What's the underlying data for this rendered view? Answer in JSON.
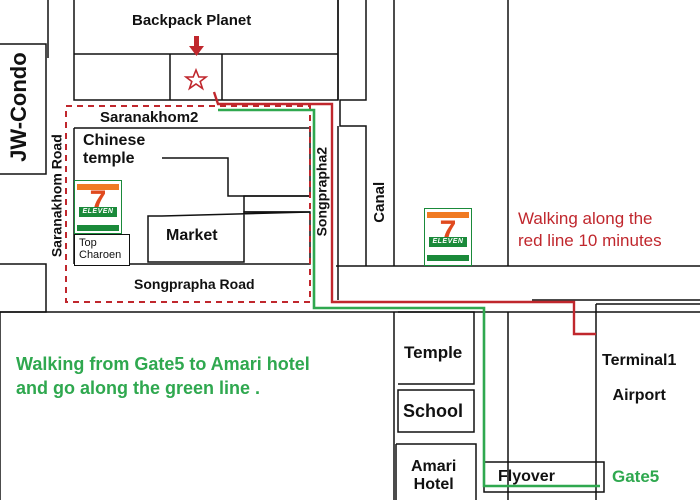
{
  "places": {
    "backpack_planet": "Backpack Planet",
    "jw_condo": "JW-Condo",
    "chinese_temple": "Chinese\ntemple",
    "market": "Market",
    "top_charoen": "Top\nCharoen",
    "temple": "Temple",
    "school": "School",
    "amari_hotel": "Amari\nHotel",
    "terminal_airport": "Terminal1\n\nAirport",
    "flyover": "Flyover",
    "gate5": "Gate5"
  },
  "roads": {
    "saranakhom2": "Saranakhom2",
    "saranakhom_road": "Saranakhom Road",
    "songprapha2": "Songprapha2",
    "songprapha_road": "Songprapha Road",
    "canal": "Canal"
  },
  "notes": {
    "red_route": "Walking along the\nred line 10 minutes",
    "green_route": "Walking from Gate5 to Amari hotel\nand go along the green line ."
  },
  "store_logo": {
    "number": "7",
    "brand": "ELEVEN"
  },
  "colors": {
    "red_route": "#c0272d",
    "green_route": "#2fa84f",
    "store_orange": "#f07a22",
    "store_red": "#e3262e",
    "store_green": "#1a8a3a"
  },
  "icons": {
    "destination_marker": "star-icon",
    "arrow": "arrow-down-icon"
  }
}
